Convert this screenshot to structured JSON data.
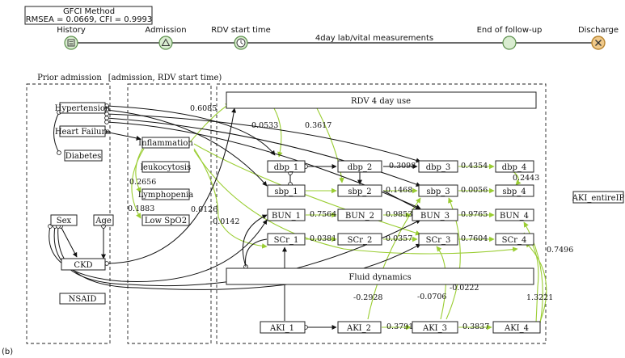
{
  "method_box": {
    "line1": "GFCI Method",
    "line2": "RMSEA = 0.0669, CFI = 0.9993"
  },
  "timeline": {
    "milestones": [
      "History",
      "Admission",
      "RDV start time",
      "End of follow-up",
      "Discharge"
    ],
    "period_label": "4day lab/vital measurements"
  },
  "groups": {
    "prior": "Prior admission",
    "admission": "[admission, RDV start time)"
  },
  "nodes": {
    "hypertension": "Hypertension",
    "heart_failure": "Heart Failure",
    "diabetes": "Diabetes",
    "sex": "Sex",
    "age": "Age",
    "ckd": "CKD",
    "nsaid": "NSAID",
    "inflammation": "Inflammation",
    "leukocytosis": "leukocytosis",
    "lymphopenia": "Lymphopenia",
    "low_spo2": "Low SpO2",
    "rdv": "RDV 4 day use",
    "dbp_1": "dbp_1",
    "dbp_2": "dbp_2",
    "dbp_3": "dbp_3",
    "dbp_4": "dbp_4",
    "sbp_1": "sbp_1",
    "sbp_2": "sbp_2",
    "sbp_3": "sbp_3",
    "sbp_4": "sbp_4",
    "bun_1": "BUN_1",
    "bun_2": "BUN_2",
    "bun_3": "BUN_3",
    "bun_4": "BUN_4",
    "scr_1": "SCr_1",
    "scr_2": "SCr_2",
    "scr_3": "SCr_3",
    "scr_4": "SCr_4",
    "fluid": "Fluid dynamics",
    "aki_1": "AKI_1",
    "aki_2": "AKI_2",
    "aki_3": "AKI_3",
    "aki_4": "AKI_4",
    "aki_entire": "AKI_entireIP"
  },
  "coefficients": {
    "c_6085": "0.6085",
    "c_0533": "0.0533",
    "c_3617": "0.3617",
    "c_3098": "0.3098",
    "c_4354": "0.4354",
    "c_2443": "0.2443",
    "c_1468": "0.1468",
    "c_0056": "0.0056",
    "c_2656": "0.2656",
    "c_1883": "0.1883",
    "c_0126": "0.0126",
    "c_0142": "-0.0142",
    "c_7564": "0.7564",
    "c_9853": "0.9853",
    "c_9765": "0.9765",
    "c_0381": "0.0381",
    "c_0357": "0.0357",
    "c_7604": "0.7604",
    "c_7496": "0.7496",
    "c_0222": "-0.0222",
    "c_2928": "-0.2928",
    "c_0706": "-0.0706",
    "c_13221": "1.3221",
    "c_3791": "0.3791",
    "c_3837": "0.3837"
  },
  "panel_label": "(b)",
  "colors": {
    "edge_green": "#9acd32",
    "edge_black": "#111111",
    "timeline_icon": "#d9ecd0",
    "discharge_icon": "#f0c98a"
  }
}
